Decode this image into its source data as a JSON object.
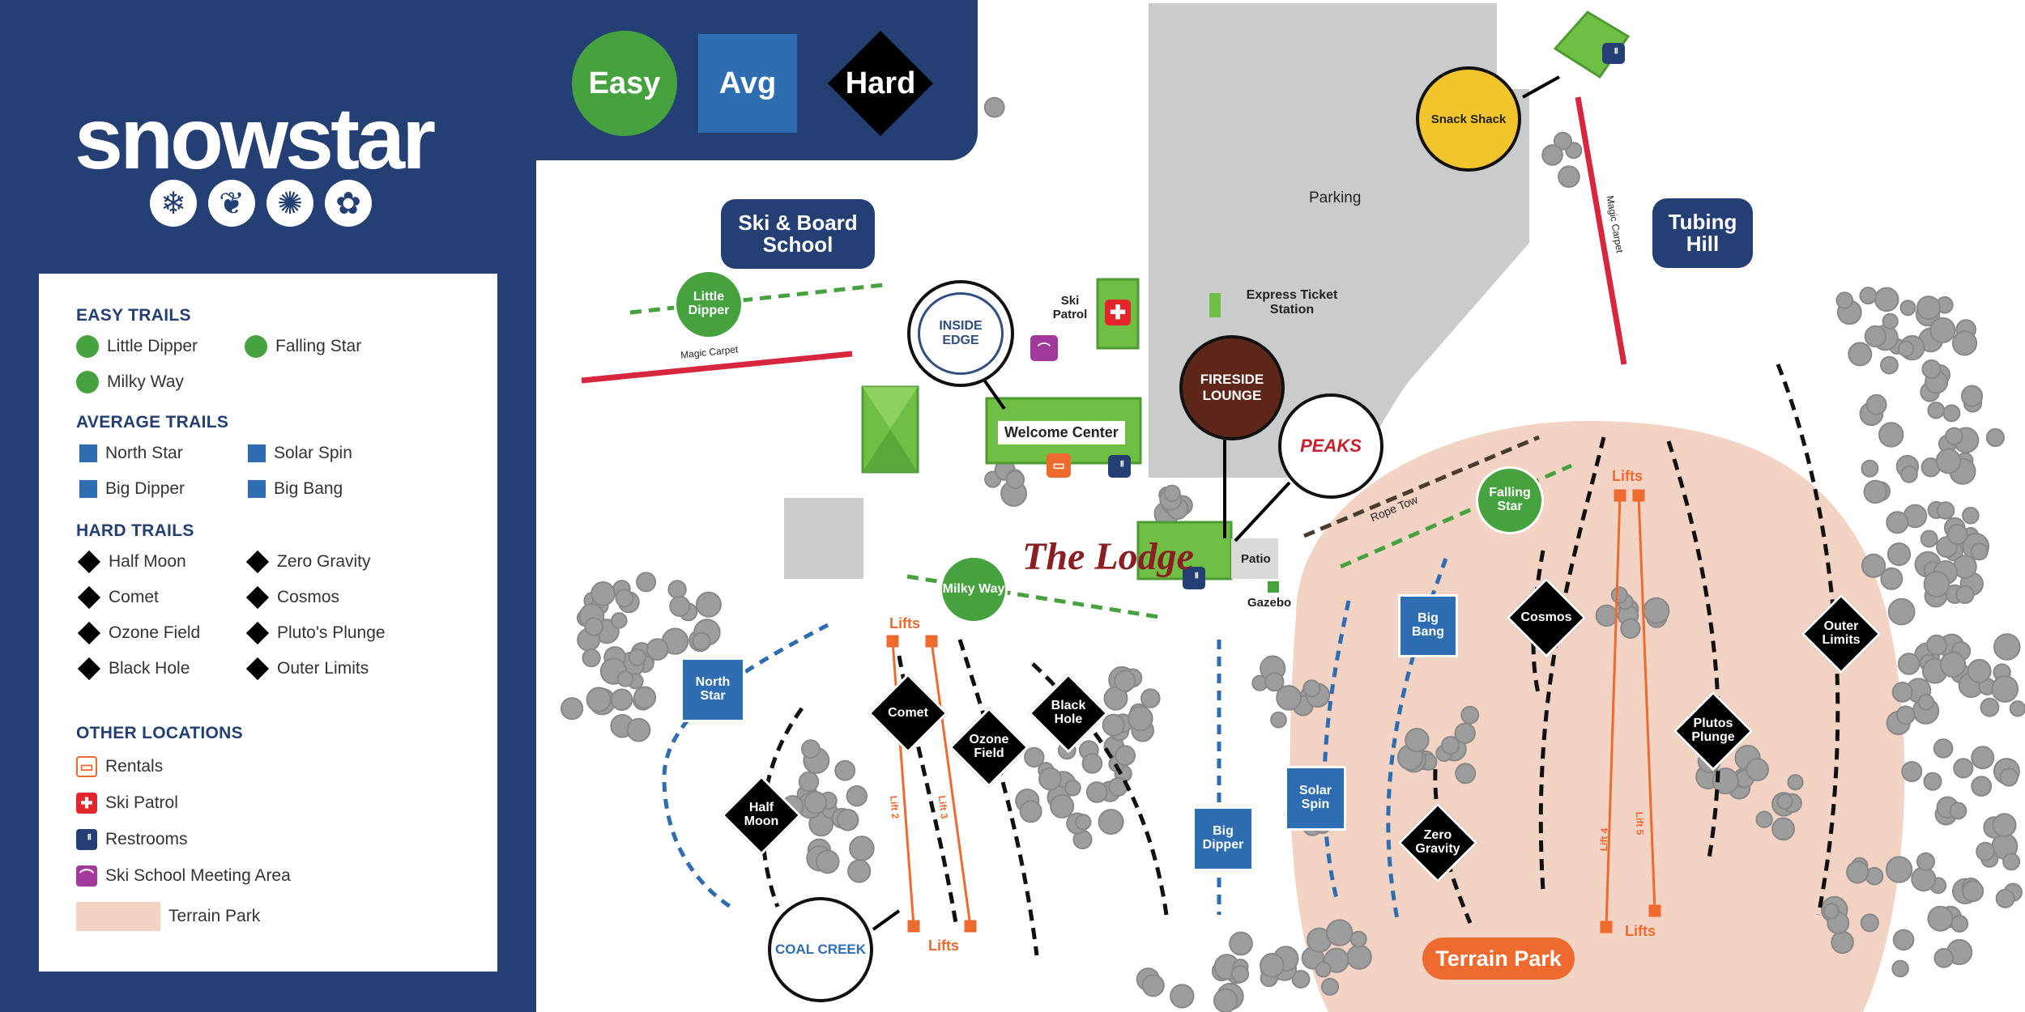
{
  "brand": {
    "name": "snowstar",
    "icons": [
      "snowflake-icon",
      "leaf-icon",
      "sun-icon",
      "flower-icon"
    ]
  },
  "difficulty": {
    "easy": "Easy",
    "avg": "Avg",
    "hard": "Hard"
  },
  "colors": {
    "navy": "#243f73",
    "easy": "#46a23f",
    "average": "#2f6db3",
    "hard": "#000000",
    "lift": "#ee6a2e",
    "terrain_park": "#f3d3c3",
    "magic_carpet": "#d7263d",
    "tree": "#9d9d9d",
    "parking": "#c9cbcc",
    "building": "#6fbf45"
  },
  "legend": {
    "easy_title": "EASY TRAILS",
    "easy": [
      "Little Dipper",
      "Falling Star",
      "Milky Way"
    ],
    "average_title": "AVERAGE TRAILS",
    "average": [
      "North Star",
      "Solar Spin",
      "Big Dipper",
      "Big Bang"
    ],
    "hard_title": "HARD TRAILS",
    "hard": [
      "Half Moon",
      "Zero Gravity",
      "Comet",
      "Cosmos",
      "Ozone Field",
      "Pluto's Plunge",
      "Black Hole",
      "Outer Limits"
    ],
    "other_title": "OTHER LOCATIONS",
    "other": [
      "Rentals",
      "Ski Patrol",
      "Restrooms",
      "Ski School Meeting Area",
      "Terrain Park"
    ]
  },
  "areas": {
    "ski_school": "Ski & Board School",
    "tubing": "Tubing Hill",
    "terrain_park": "Terrain Park",
    "parking": "Parking"
  },
  "places": {
    "welcome": "Welcome Center",
    "ski_patrol": "Ski Patrol",
    "express": "Express Ticket Station",
    "patio": "Patio",
    "gazebo": "Gazebo",
    "lodge": "The Lodge",
    "fireside": "FIRESIDE LOUNGE",
    "peaks": "PEAKS",
    "inside_edge": "INSIDE EDGE",
    "snack": "Snack Shack",
    "coal_creek": "COAL CREEK"
  },
  "lifts": {
    "magic_carpet": "Magic Carpet",
    "rope_tow": "Rope Tow",
    "lifts_label": "Lifts",
    "lift_names": [
      "Lift 2",
      "Lift 3",
      "Lift 4",
      "Lift 5"
    ]
  },
  "trails": {
    "little_dipper": "Little Dipper",
    "falling_star": "Falling Star",
    "milky_way": "Milky Way",
    "north_star": "North Star",
    "solar_spin": "Solar Spin",
    "big_dipper": "Big Dipper",
    "big_bang": "Big Bang",
    "half_moon": "Half Moon",
    "comet": "Comet",
    "ozone": "Ozone Field",
    "black_hole": "Black Hole",
    "zero_gravity": "Zero Gravity",
    "cosmos": "Cosmos",
    "plutos": "Plutos Plunge",
    "outer_limits": "Outer Limits"
  }
}
